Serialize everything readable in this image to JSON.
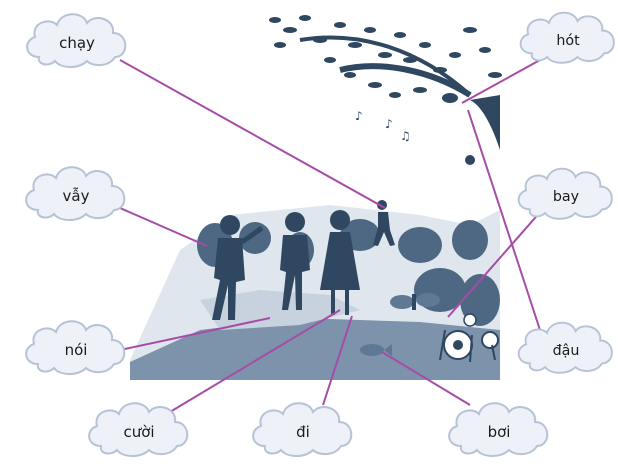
{
  "words": {
    "chay": "chạy",
    "hot": "hót",
    "vay": "vẫy",
    "bay": "bay",
    "noi": "nói",
    "dau": "đậu",
    "cuoi": "cười",
    "di": "đi",
    "boi": "bơi"
  },
  "colors": {
    "line": "#a64ca6",
    "cloud_fill": "#eef2f8",
    "cloud_stroke": "#b6c2d6",
    "scene_dark": "#2f4760"
  }
}
